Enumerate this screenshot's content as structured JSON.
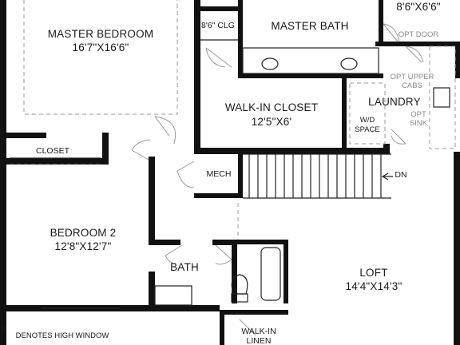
{
  "plan": {
    "rooms": {
      "master_bedroom": {
        "name": "MASTER BEDROOM",
        "dims": "16'7\"X16'6\""
      },
      "master_bath": {
        "name": "MASTER BATH"
      },
      "clg": {
        "name": "8'6\" CLG"
      },
      "walk_in_closet": {
        "name": "WALK-IN CLOSET",
        "dims": "12'5\"X6'"
      },
      "laundry": {
        "name": "LAUNDRY"
      },
      "bedroom2": {
        "name": "BEDROOM 2",
        "dims": "12'8\"X12'7\""
      },
      "closet": {
        "name": "CLOSET"
      },
      "mech": {
        "name": "MECH"
      },
      "bath": {
        "name": "BATH"
      },
      "loft": {
        "name": "LOFT",
        "dims": "14'4\"X14'3\""
      },
      "walk_in_linen": {
        "name_line1": "WALK-IN",
        "name_line2": "LINEN"
      },
      "top_right_dims": "8'6\"X6'6\""
    },
    "options": {
      "opt_door": "OPT DOOR",
      "opt_upper_cabs_line1": "OPT UPPER",
      "opt_upper_cabs_line2": "CABS",
      "opt_sink_line1": "OPT",
      "opt_sink_line2": "SINK",
      "wd_space_line1": "W/D",
      "wd_space_line2": "SPACE"
    },
    "stair_label": "DN",
    "note_star": "*",
    "note": "DENOTES HIGH WINDOW"
  }
}
